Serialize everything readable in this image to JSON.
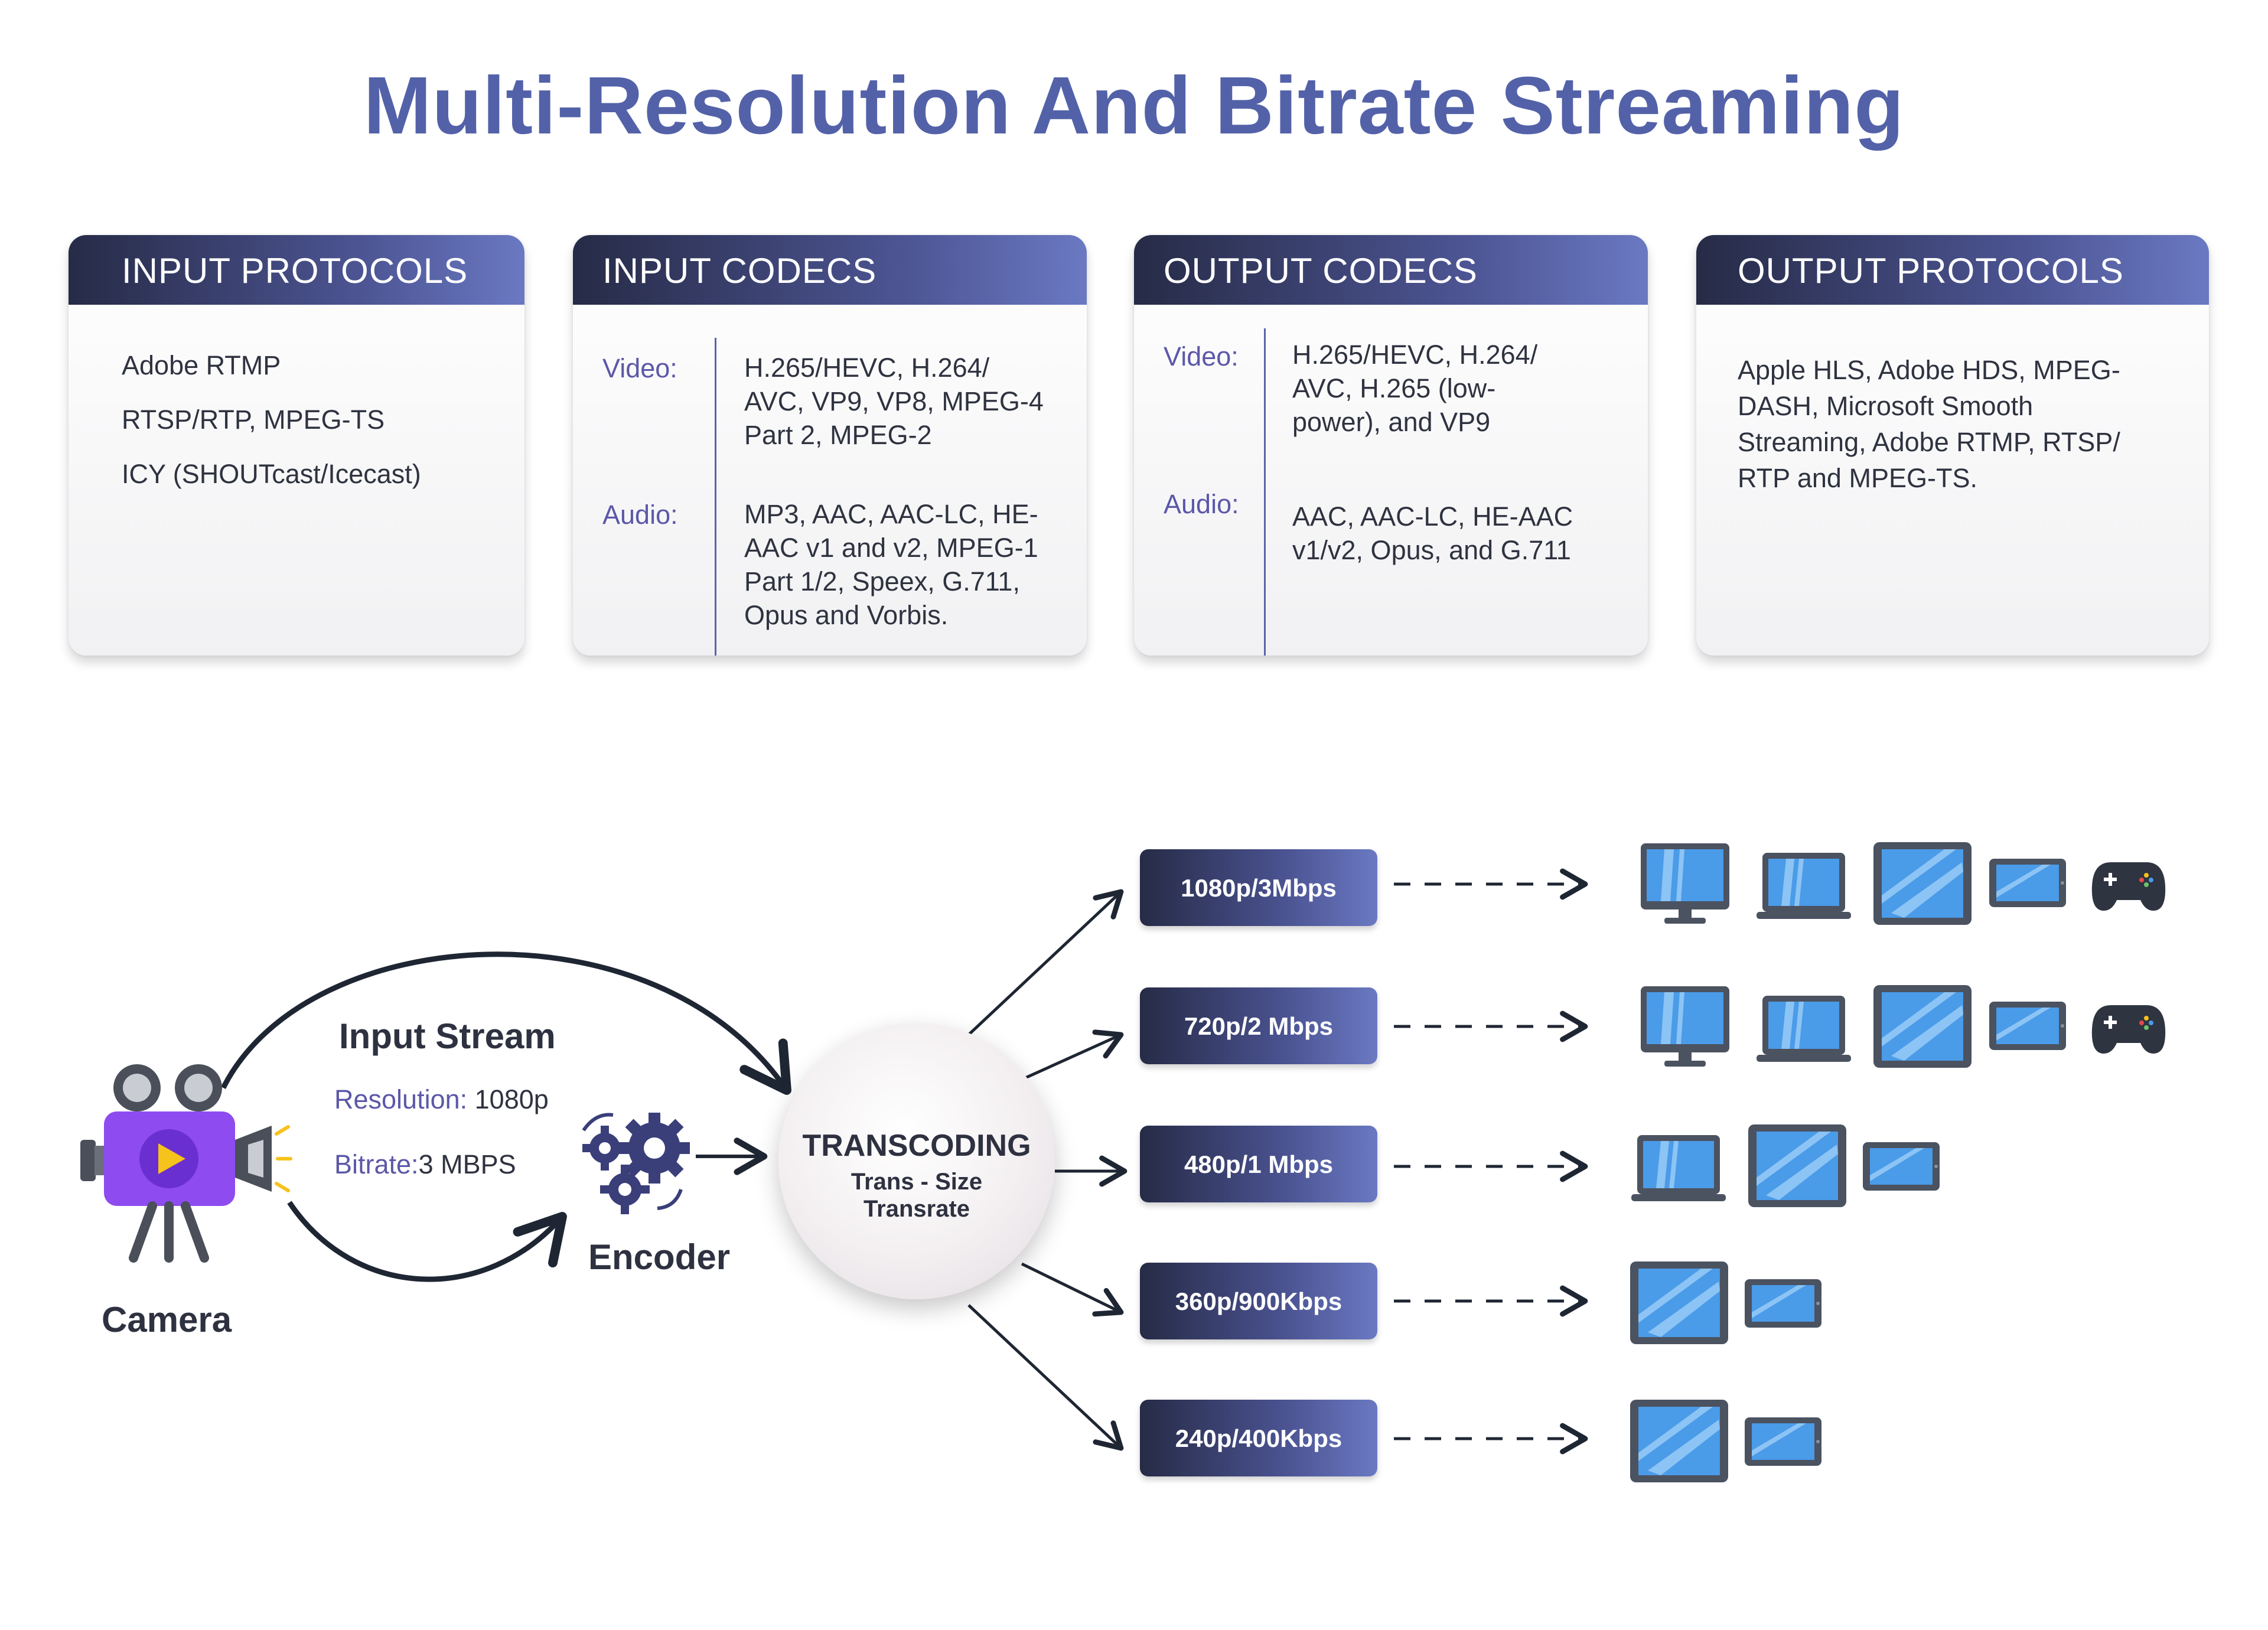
{
  "title": "Multi-Resolution And Bitrate Streaming",
  "cards": {
    "input_protocols": {
      "header": "INPUT PROTOCOLS",
      "items": [
        "Adobe RTMP",
        "RTSP/RTP, MPEG-TS",
        "ICY (SHOUTcast/Icecast)"
      ]
    },
    "input_codecs": {
      "header": "INPUT CODECS",
      "video_label": "Video:",
      "video_lines": [
        "H.265/HEVC, H.264/",
        "AVC, VP9, VP8, MPEG-4",
        "Part 2, MPEG-2"
      ],
      "audio_label": "Audio:",
      "audio_lines": [
        "MP3, AAC, AAC-LC, HE-",
        "AAC v1 and v2, MPEG-1",
        "Part 1/2, Speex, G.711,",
        "Opus and Vorbis."
      ]
    },
    "output_codecs": {
      "header": "OUTPUT CODECS",
      "video_label": "Video:",
      "video_lines": [
        "H.265/HEVC, H.264/",
        "AVC, H.265 (low-",
        "power), and VP9"
      ],
      "audio_label": "Audio:",
      "audio_lines": [
        "AAC, AAC-LC, HE-AAC",
        "v1/v2, Opus, and G.711"
      ]
    },
    "output_protocols": {
      "header": "OUTPUT PROTOCOLS",
      "lines": [
        "Apple HLS, Adobe HDS, MPEG-",
        "DASH, Microsoft Smooth",
        "Streaming, Adobe RTMP, RTSP/",
        "RTP and MPEG-TS."
      ]
    }
  },
  "flow": {
    "camera_label": "Camera",
    "input_stream_title": "Input Stream",
    "resolution_key": "Resolution:",
    "resolution_value": "1080p",
    "bitrate_key": "Bitrate:",
    "bitrate_value": "3 MBPS",
    "encoder_label": "Encoder",
    "transcoding_title": "TRANSCODING",
    "transcoding_sub1": "Trans - Size",
    "transcoding_sub2": "Transrate",
    "outputs": [
      {
        "label": "1080p/3Mbps",
        "devices": [
          "monitor-icon",
          "laptop-icon",
          "tablet-icon",
          "phone-icon",
          "gamepad-icon"
        ]
      },
      {
        "label": "720p/2 Mbps",
        "devices": [
          "monitor-icon",
          "laptop-icon",
          "tablet-icon",
          "phone-icon",
          "gamepad-icon"
        ]
      },
      {
        "label": "480p/1 Mbps",
        "devices": [
          "laptop-icon",
          "tablet-icon",
          "phone-icon"
        ]
      },
      {
        "label": "360p/900Kbps",
        "devices": [
          "tablet-icon",
          "phone-icon"
        ]
      },
      {
        "label": "240p/400Kbps",
        "devices": [
          "tablet-icon",
          "phone-icon"
        ]
      }
    ]
  },
  "colors": {
    "title": "#5362a8",
    "header_dark": "#262b46",
    "header_light": "#6a79c2",
    "label_purple": "#5c58a8",
    "device_blue": "#4a9be8",
    "device_frame": "#4b5260",
    "camera_purple": "#8e4bf0",
    "play_yellow": "#f6c21c"
  }
}
